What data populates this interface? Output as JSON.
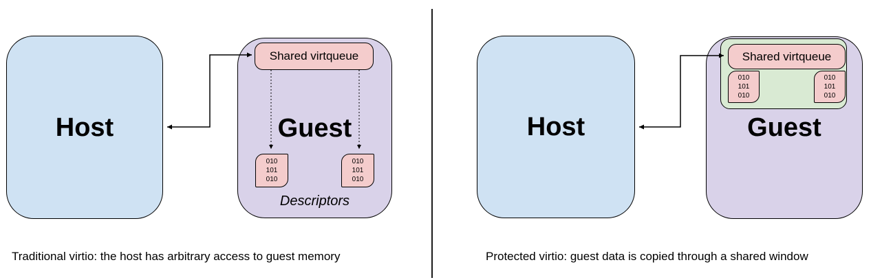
{
  "diagram": {
    "left_panel": {
      "host_label": "Host",
      "guest_label": "Guest",
      "virtqueue_label": "Shared virtqueue",
      "descriptor_blocks": [
        "010\n101\n010",
        "010\n101\n010"
      ],
      "descriptors_label": "Descriptors",
      "caption": "Traditional virtio: the host has arbitrary access to guest memory"
    },
    "right_panel": {
      "host_label": "Host",
      "guest_label": "Guest",
      "virtqueue_label": "Shared virtqueue",
      "descriptor_blocks": [
        "010\n101\n010",
        "010\n101\n010"
      ],
      "caption": "Protected virtio: guest data is copied through a shared window"
    },
    "colors": {
      "host_fill": "#cfe2f3",
      "guest_fill": "#d9d2e9",
      "virtqueue_fill": "#f4cccc",
      "descriptor_fill": "#f4cccc",
      "shared_window_fill": "#d9ead3",
      "outline": "#000000",
      "divider": "#1a1a1a"
    }
  }
}
